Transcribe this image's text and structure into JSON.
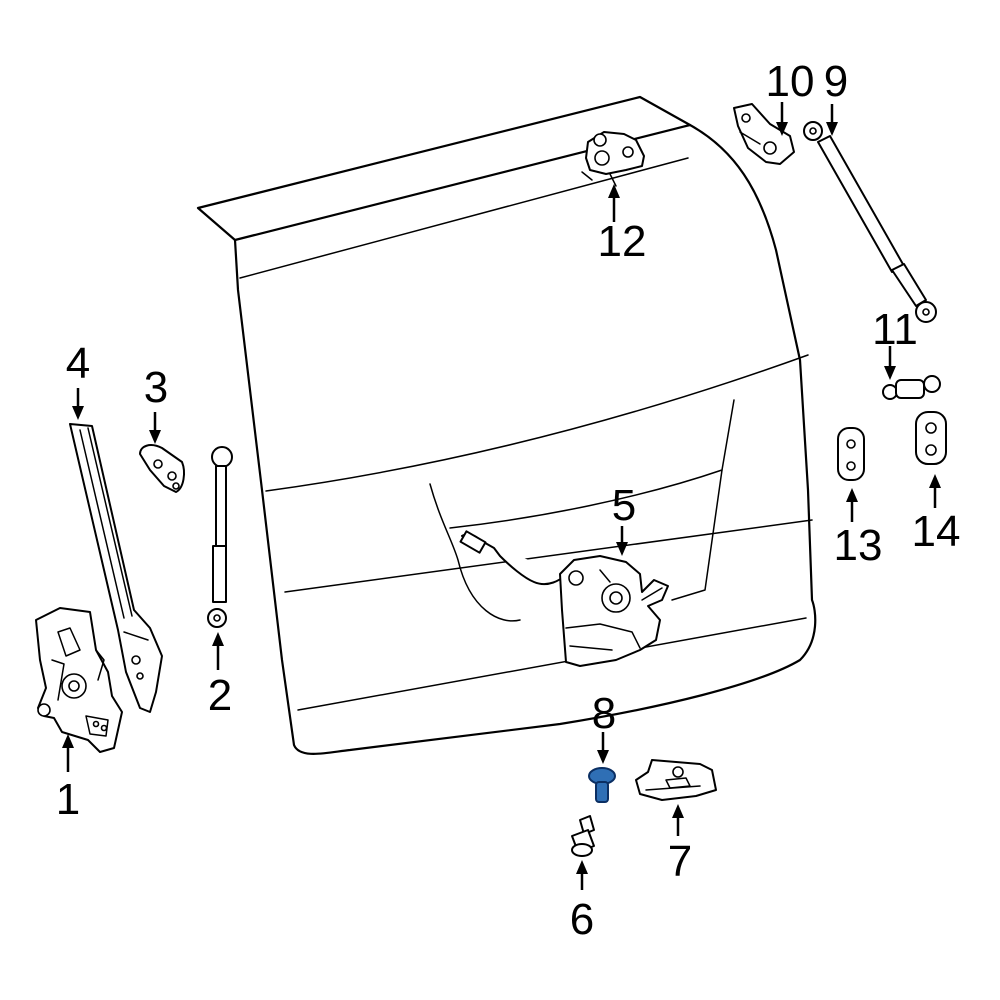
{
  "callouts": {
    "c1": "1",
    "c2": "2",
    "c3": "3",
    "c4": "4",
    "c5": "5",
    "c6": "6",
    "c7": "7",
    "c8": "8",
    "c9": "9",
    "c10": "10",
    "c11": "11",
    "c12": "12",
    "c13": "13",
    "c14": "14"
  },
  "colors": {
    "line": "#000000",
    "background": "#ffffff",
    "highlight_part_8": "#2f6fb5"
  }
}
